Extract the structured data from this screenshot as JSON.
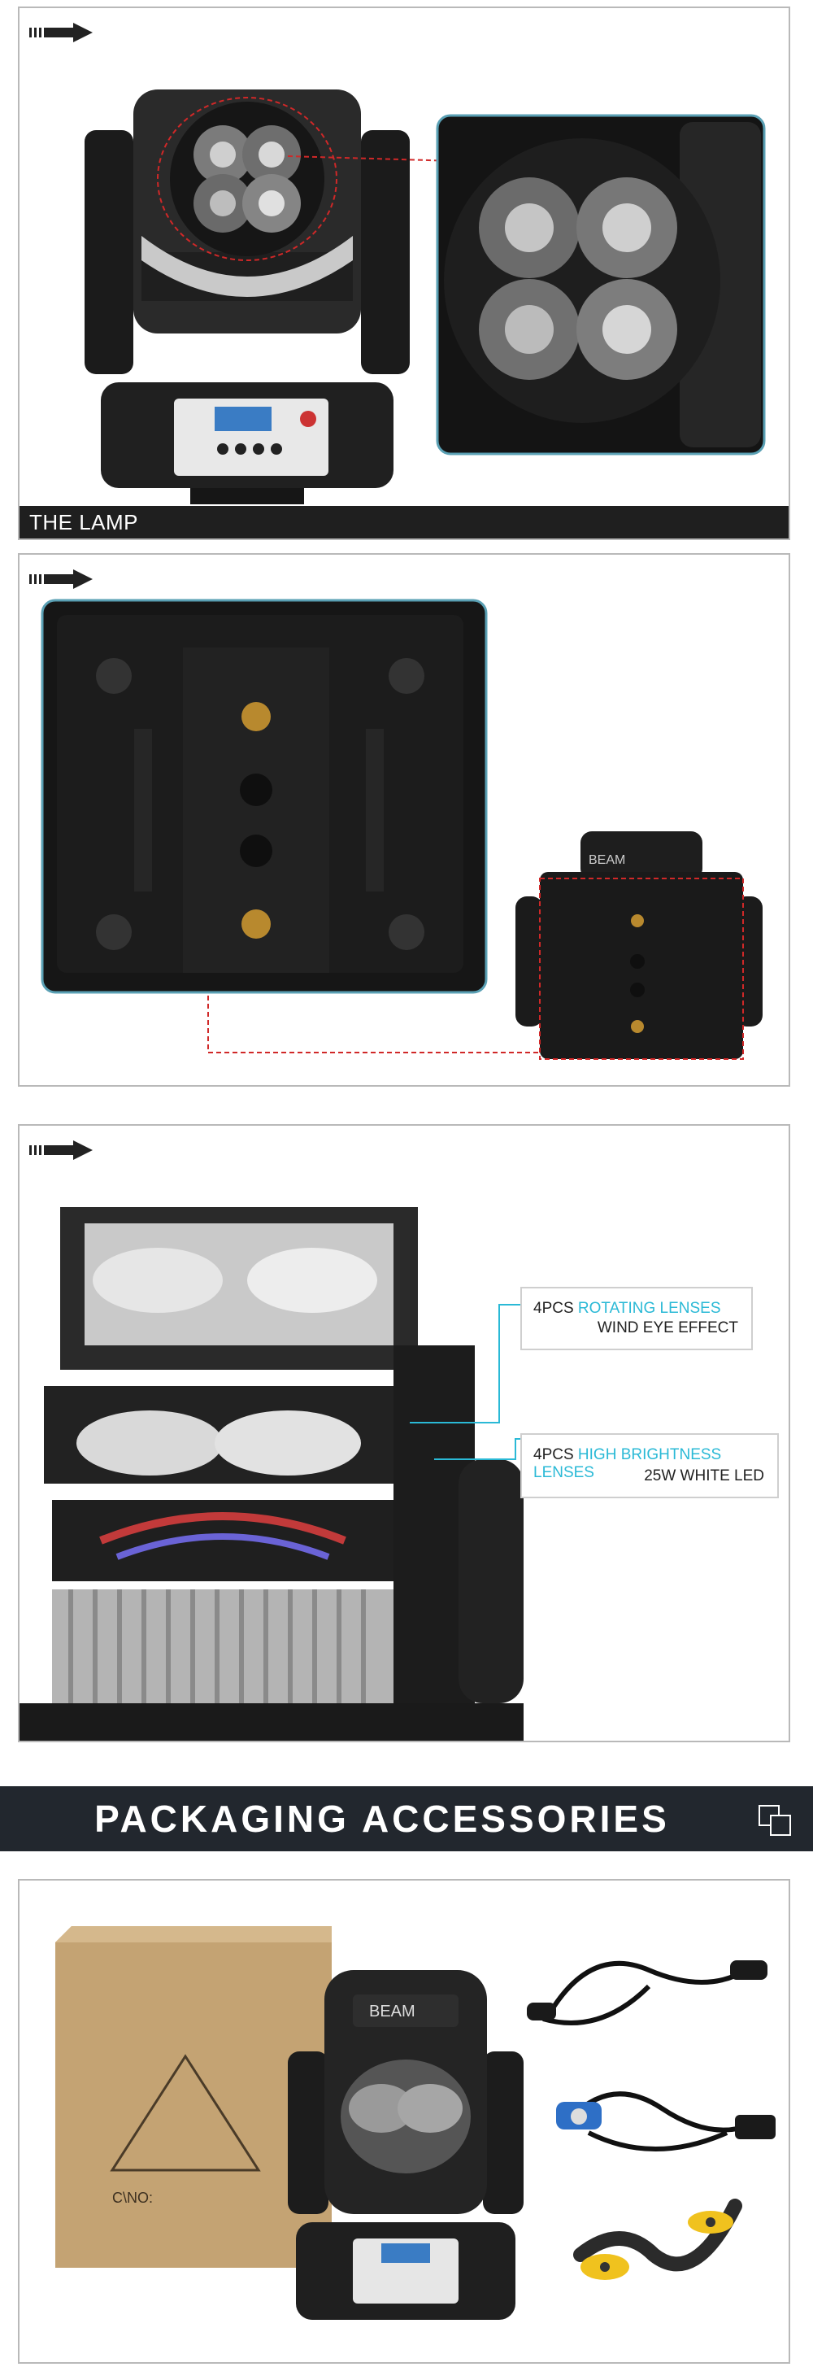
{
  "section1": {
    "caption": "THE LAMP",
    "arrow_icon": "section-arrow-icon"
  },
  "section2": {
    "arrow_icon": "section-arrow-icon",
    "brand_text": "BEAM"
  },
  "section3": {
    "arrow_icon": "section-arrow-icon",
    "callout1": {
      "prefix": "4PCS",
      "highlight": "ROTATING LENSES",
      "line2": "WIND EYE EFFECT"
    },
    "callout2": {
      "prefix": "4PCS",
      "highlight": "HIGH BRIGHTNESS LENSES",
      "line2": "25W WHITE LED"
    }
  },
  "banner": {
    "title": "PACKAGING ACCESSORIES",
    "icon": "copy-squares-icon"
  },
  "section4": {
    "box_label": "C\\NO:",
    "brand_text": "BEAM"
  },
  "colors": {
    "accent": "#2ab9d6",
    "dashed_red": "#d02828",
    "banner_bg": "#22272e",
    "caption_bg": "#1f1f1f"
  }
}
